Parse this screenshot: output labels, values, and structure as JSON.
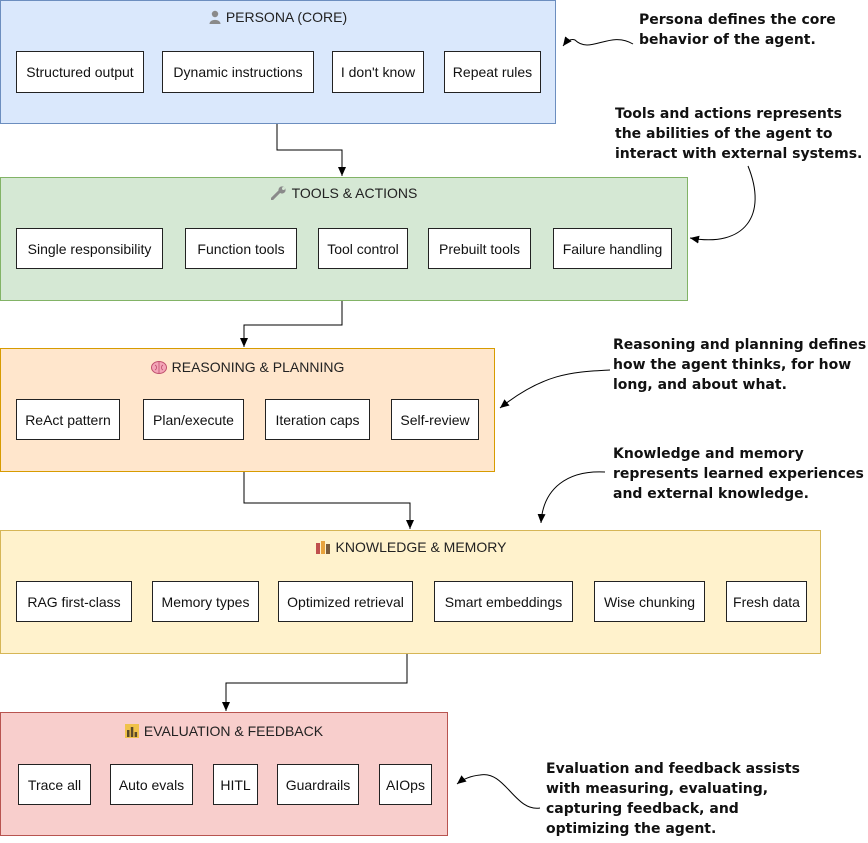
{
  "sections": [
    {
      "key": "persona",
      "title": "PERSONA (CORE)",
      "icon": "person-icon",
      "fill": "#dae8fc",
      "border": "#6c8ebf",
      "items": [
        "Structured output",
        "Dynamic instructions",
        "I don't know",
        "Repeat rules"
      ]
    },
    {
      "key": "tools",
      "title": "TOOLS & ACTIONS",
      "icon": "wrench-icon",
      "fill": "#d5e8d4",
      "border": "#82b366",
      "items": [
        "Single responsibility",
        "Function tools",
        "Tool control",
        "Prebuilt tools",
        "Failure handling"
      ]
    },
    {
      "key": "reasoning",
      "title": "REASONING & PLANNING",
      "icon": "brain-icon",
      "fill": "#ffe6cc",
      "border": "#d79b00",
      "items": [
        "ReAct pattern",
        "Plan/execute",
        "Iteration caps",
        "Self-review"
      ]
    },
    {
      "key": "knowledge",
      "title": "KNOWLEDGE & MEMORY",
      "icon": "books-icon",
      "fill": "#fff2cc",
      "border": "#d6b656",
      "items": [
        "RAG first-class",
        "Memory types",
        "Optimized retrieval",
        "Smart embeddings",
        "Wise chunking",
        "Fresh data"
      ]
    },
    {
      "key": "evaluation",
      "title": "EVALUATION & FEEDBACK",
      "icon": "bar-chart-icon",
      "fill": "#f8cecc",
      "border": "#b85450",
      "items": [
        "Trace all",
        "Auto evals",
        "HITL",
        "Guardrails",
        "AIOps"
      ]
    }
  ],
  "callouts": {
    "persona": "Persona defines the core\nbehavior of the agent.",
    "tools": "Tools and actions represents\nthe abilities of the agent to\ninteract with external systems.",
    "reasoning": "Reasoning and planning defines\nhow the agent thinks, for how\nlong, and about what.",
    "knowledge": "Knowledge and memory\nrepresents learned experiences\nand external knowledge.",
    "evaluation": "Evaluation and feedback assists\nwith measuring, evaluating,\ncapturing feedback, and\noptimizing the agent."
  }
}
